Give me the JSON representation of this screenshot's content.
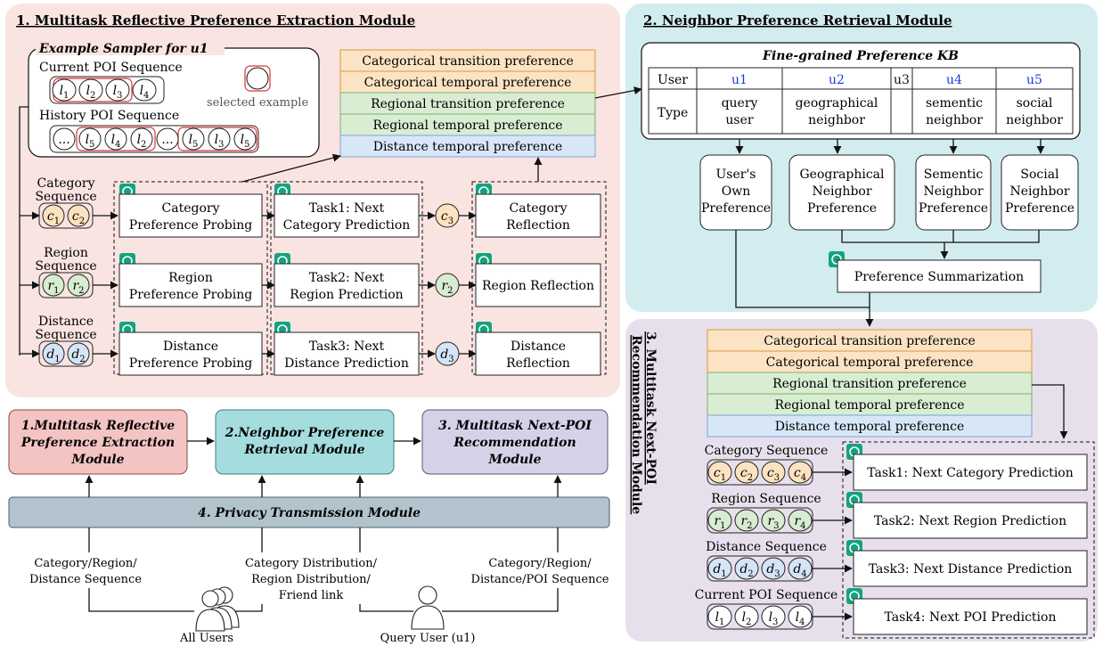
{
  "panels": {
    "p1_title": "1. Multitask Reflective Preference Extraction Module",
    "p2_title": "2. Neighbor Preference Retrieval Module",
    "p3_title_l1": "3. Multitask Next-POI",
    "p3_title_l2": "Recommendation Module"
  },
  "sampler": {
    "title": "Example Sampler for u1",
    "current_label": "Current POI Sequence",
    "history_label": "History POI Sequence",
    "selected_label": "selected example",
    "current_seq": [
      "l1",
      "l2",
      "l3",
      "l4"
    ],
    "history_seq": [
      "...",
      "l5",
      "l4",
      "l2",
      "...",
      "l5",
      "l3",
      "l5"
    ]
  },
  "preferences": [
    "Categorical transition preference",
    "Categorical temporal preference",
    "Regional transition preference",
    "Regional temporal preference",
    "Distance temporal preference"
  ],
  "pref_colors": [
    "#fbe3c4",
    "#fbe3c4",
    "#d9edd3",
    "#d9edd3",
    "#d8e7f8"
  ],
  "sequences": {
    "category": {
      "line1": "Category",
      "line2": "Sequence",
      "items": [
        "c1",
        "c2"
      ],
      "color": "#fde2c0"
    },
    "region": {
      "line1": "Region",
      "line2": "Sequence",
      "items": [
        "r1",
        "r2"
      ],
      "color": "#d7ecd0"
    },
    "distance": {
      "line1": "Distance",
      "line2": "Sequence",
      "items": [
        "d1",
        "d2"
      ],
      "color": "#d5e5f8"
    }
  },
  "probing": [
    {
      "l1": "Category",
      "l2": "Preference Probing"
    },
    {
      "l1": "Region",
      "l2": "Preference Probing"
    },
    {
      "l1": "Distance",
      "l2": "Preference Probing"
    }
  ],
  "tasks": [
    {
      "l1": "Task1: Next",
      "l2": "Category Prediction",
      "out": "c3"
    },
    {
      "l1": "Task2: Next",
      "l2": "Region Prediction",
      "out": "r2"
    },
    {
      "l1": "Task3: Next",
      "l2": "Distance Prediction",
      "out": "d3"
    }
  ],
  "reflection": [
    {
      "l1": "Category",
      "l2": "Reflection"
    },
    {
      "l1": "Region Reflection",
      "l2": ""
    },
    {
      "l1": "Distance",
      "l2": "Reflection"
    }
  ],
  "kb": {
    "title": "Fine-grained Preference KB",
    "user_header": "User",
    "type_header": "Type",
    "users": [
      "u1",
      "u2",
      "u3",
      "u4",
      "u5"
    ],
    "types": [
      [
        "query",
        "user"
      ],
      [
        "geographical",
        "neighbor"
      ],
      [
        "",
        ""
      ],
      [
        "sementic",
        "neighbor"
      ],
      [
        "social",
        "neighbor"
      ]
    ]
  },
  "neighbor_prefs": [
    [
      "User's",
      "Own",
      "Preference"
    ],
    [
      "Geographical",
      "Neighbor",
      "Preference"
    ],
    [
      "Sementic",
      "Neighbor",
      "Preference"
    ],
    [
      "Social",
      "Neighbor",
      "Preference"
    ]
  ],
  "summarization": "Preference Summarization",
  "flow": {
    "m1_l1": "1.Multitask Reflective",
    "m1_l2": "Preference Extraction",
    "m1_l3": "Module",
    "m2_l1": "2.Neighbor Preference",
    "m2_l2": "Retrieval Module",
    "m3_l1": "3. Multitask Next-POI",
    "m3_l2": "Recommendation",
    "m3_l3": "Module",
    "privacy": "4. Privacy Transmission Module",
    "left_l1": "Category/Region/",
    "left_l2": "Distance Sequence",
    "mid_l1": "Category Distribution/",
    "mid_l2": "Region Distribution/",
    "mid_l3": "Friend link",
    "right_l1": "Category/Region/",
    "right_l2": "Distance/POI Sequence",
    "all_users": "All Users",
    "query_user": "Query User (u1)"
  },
  "rec": {
    "sequences": [
      {
        "label": "Category Sequence",
        "items": [
          "c1",
          "c2",
          "c3",
          "c4"
        ],
        "color": "#fde2c0"
      },
      {
        "label": "Region Sequence",
        "items": [
          "r1",
          "r2",
          "r3",
          "r4"
        ],
        "color": "#d7ecd0"
      },
      {
        "label": "Distance Sequence",
        "items": [
          "d1",
          "d2",
          "d3",
          "d4"
        ],
        "color": "#d5e5f8"
      },
      {
        "label": "Current POI Sequence",
        "items": [
          "l1",
          "l2",
          "l3",
          "l4"
        ],
        "color": "#ffffff"
      }
    ],
    "tasks": [
      "Task1: Next Category Prediction",
      "Task2: Next Region Prediction",
      "Task3: Next Distance Prediction",
      "Task4: Next POI Prediction"
    ]
  },
  "colors": {
    "panel1_bg": "#f9e4e2",
    "panel2_bg": "#d3ecef",
    "panel3_bg": "#e7e0ec",
    "module1": "#f3c4c2",
    "module2": "#a5dddf",
    "module3": "#d7d1e8",
    "privacy": "#b3c3ce",
    "gpt_green": "#13a37e",
    "user_blue": "#1a3fd8"
  }
}
